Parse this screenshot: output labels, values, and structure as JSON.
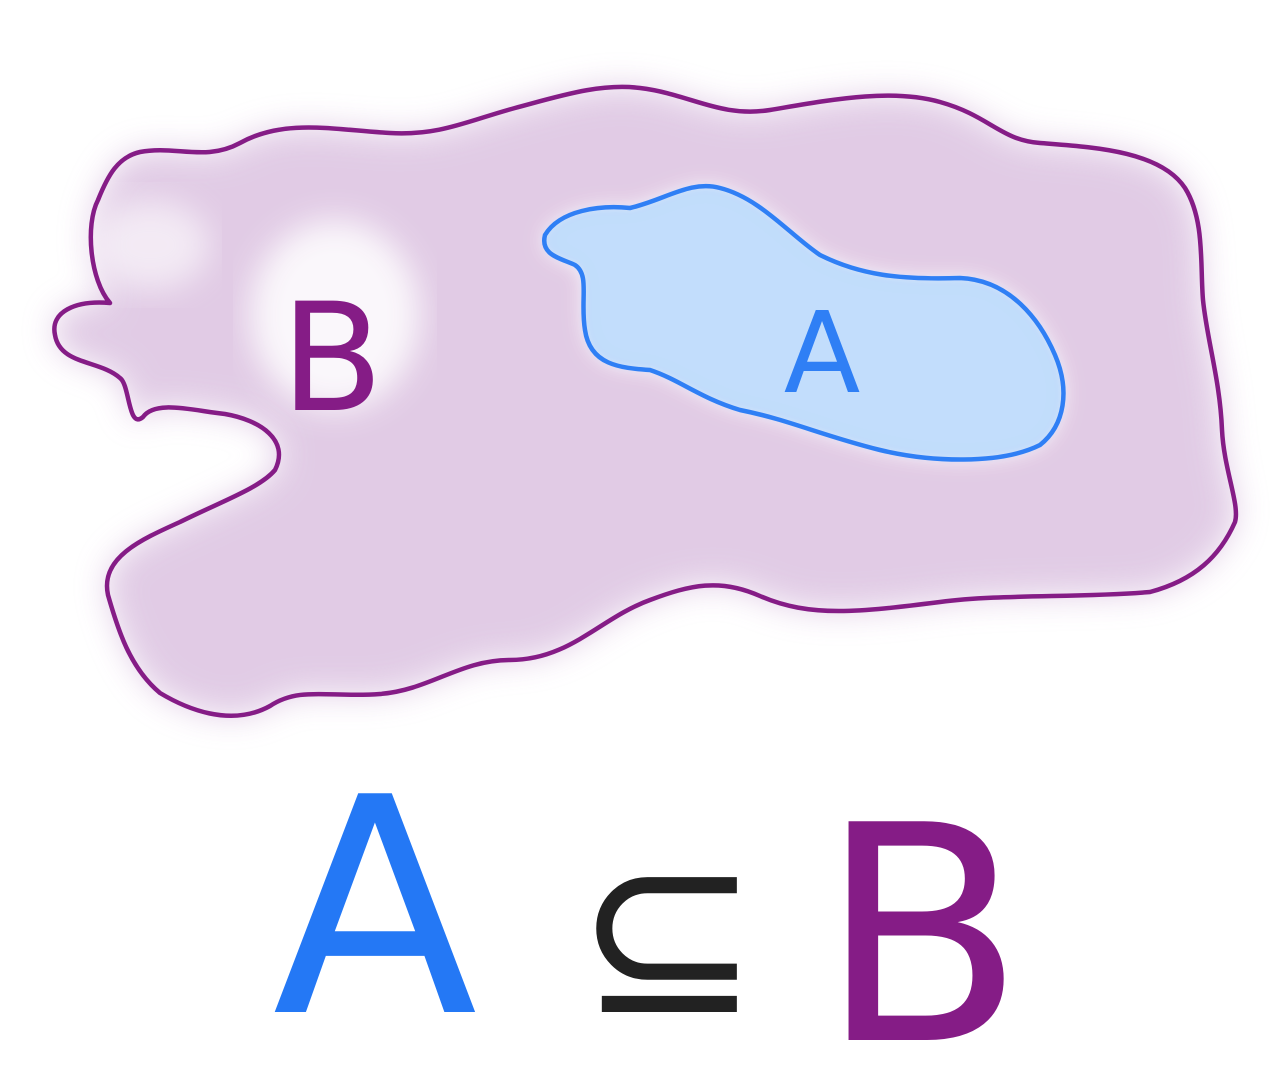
{
  "diagram": {
    "set_b": {
      "label": "B",
      "stroke": "#851c86",
      "fill": "#dcc3e1"
    },
    "set_a": {
      "label": "A",
      "stroke": "#2f7ff5",
      "fill": "#bfdcfc"
    }
  },
  "relation": {
    "left": "A",
    "symbol": "⊆",
    "right": "B",
    "left_color": "#2478f5",
    "symbol_color": "#222222",
    "right_color": "#851c86"
  }
}
